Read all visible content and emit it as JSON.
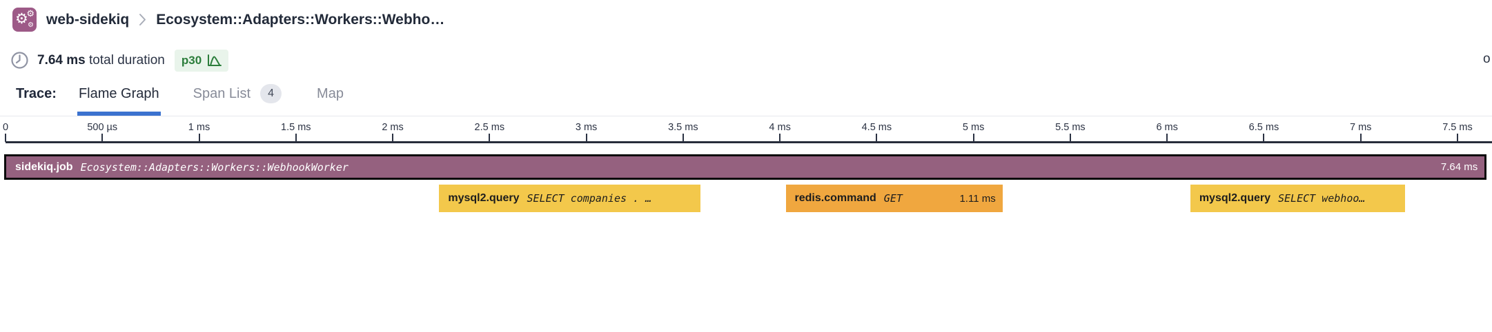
{
  "colors": {
    "accent_blue": "#3b72cf",
    "sidekiq_purple": "#95617f",
    "icon_purple": "#9d5a87",
    "db_yellow": "#f3c84b",
    "redis_orange": "#f0a73f",
    "badge_green": "#2b7d3b",
    "badge_green_bg": "#e9f4eb",
    "dark_text": "#232a3a",
    "muted_text": "#878b98"
  },
  "header": {
    "project": "web-sidekiq",
    "title": "Ecosystem::Adapters::Workers::Webho…"
  },
  "duration": {
    "value": "7.64 ms",
    "label": "total duration",
    "percentile_badge": "p30"
  },
  "clipped_text": "o",
  "tabs": {
    "prefix": "Trace:",
    "items": [
      {
        "label": "Flame Graph",
        "active": true
      },
      {
        "label": "Span List",
        "badge": "4",
        "active": false
      },
      {
        "label": "Map",
        "active": false
      }
    ]
  },
  "timeline": {
    "ticks": [
      {
        "t": 0,
        "label": "0"
      },
      {
        "t": 0.5,
        "label": "500 µs"
      },
      {
        "t": 1,
        "label": "1 ms"
      },
      {
        "t": 1.5,
        "label": "1.5 ms"
      },
      {
        "t": 2,
        "label": "2 ms"
      },
      {
        "t": 2.5,
        "label": "2.5 ms"
      },
      {
        "t": 3,
        "label": "3 ms"
      },
      {
        "t": 3.5,
        "label": "3.5 ms"
      },
      {
        "t": 4,
        "label": "4 ms"
      },
      {
        "t": 4.5,
        "label": "4.5 ms"
      },
      {
        "t": 5,
        "label": "5 ms"
      },
      {
        "t": 5.5,
        "label": "5.5 ms"
      },
      {
        "t": 6,
        "label": "6 ms"
      },
      {
        "t": 6.5,
        "label": "6.5 ms"
      },
      {
        "t": 7,
        "label": "7 ms"
      },
      {
        "t": 7.5,
        "label": "7.5 ms"
      }
    ]
  },
  "chart_data": {
    "type": "bar",
    "variant": "trace-flame-graph",
    "title": "",
    "time_axis": {
      "unit": "ms",
      "min": 0,
      "max": 7.5,
      "tick_interval_ms": 0.5
    },
    "total_duration_ms": 7.64,
    "spans": [
      {
        "op": "sidekiq.job",
        "description": "Ecosystem::Adapters::Workers::WebhookWorker",
        "start_ms": 0,
        "duration_ms": 7.64,
        "duration_label": "7.64 ms",
        "row": 0,
        "selected": true,
        "fill": "#95617f",
        "text_color": "#ffffff"
      },
      {
        "op": "mysql2.query",
        "description": "SELECT companies . …",
        "start_ms": 2.24,
        "duration_ms": 1.35,
        "duration_label": "",
        "row": 1,
        "selected": false,
        "fill": "#f3c84b",
        "text_color": "#1d1d1d"
      },
      {
        "op": "redis.command",
        "description": "GET",
        "start_ms": 4.03,
        "duration_ms": 1.12,
        "duration_label": "1.11 ms",
        "row": 1,
        "selected": false,
        "fill": "#f0a73f",
        "text_color": "#1d1d1d"
      },
      {
        "op": "mysql2.query",
        "description": "SELECT webhoo…",
        "start_ms": 6.12,
        "duration_ms": 1.11,
        "duration_label": "",
        "row": 1,
        "selected": false,
        "fill": "#f3c84b",
        "text_color": "#1d1d1d"
      }
    ]
  }
}
